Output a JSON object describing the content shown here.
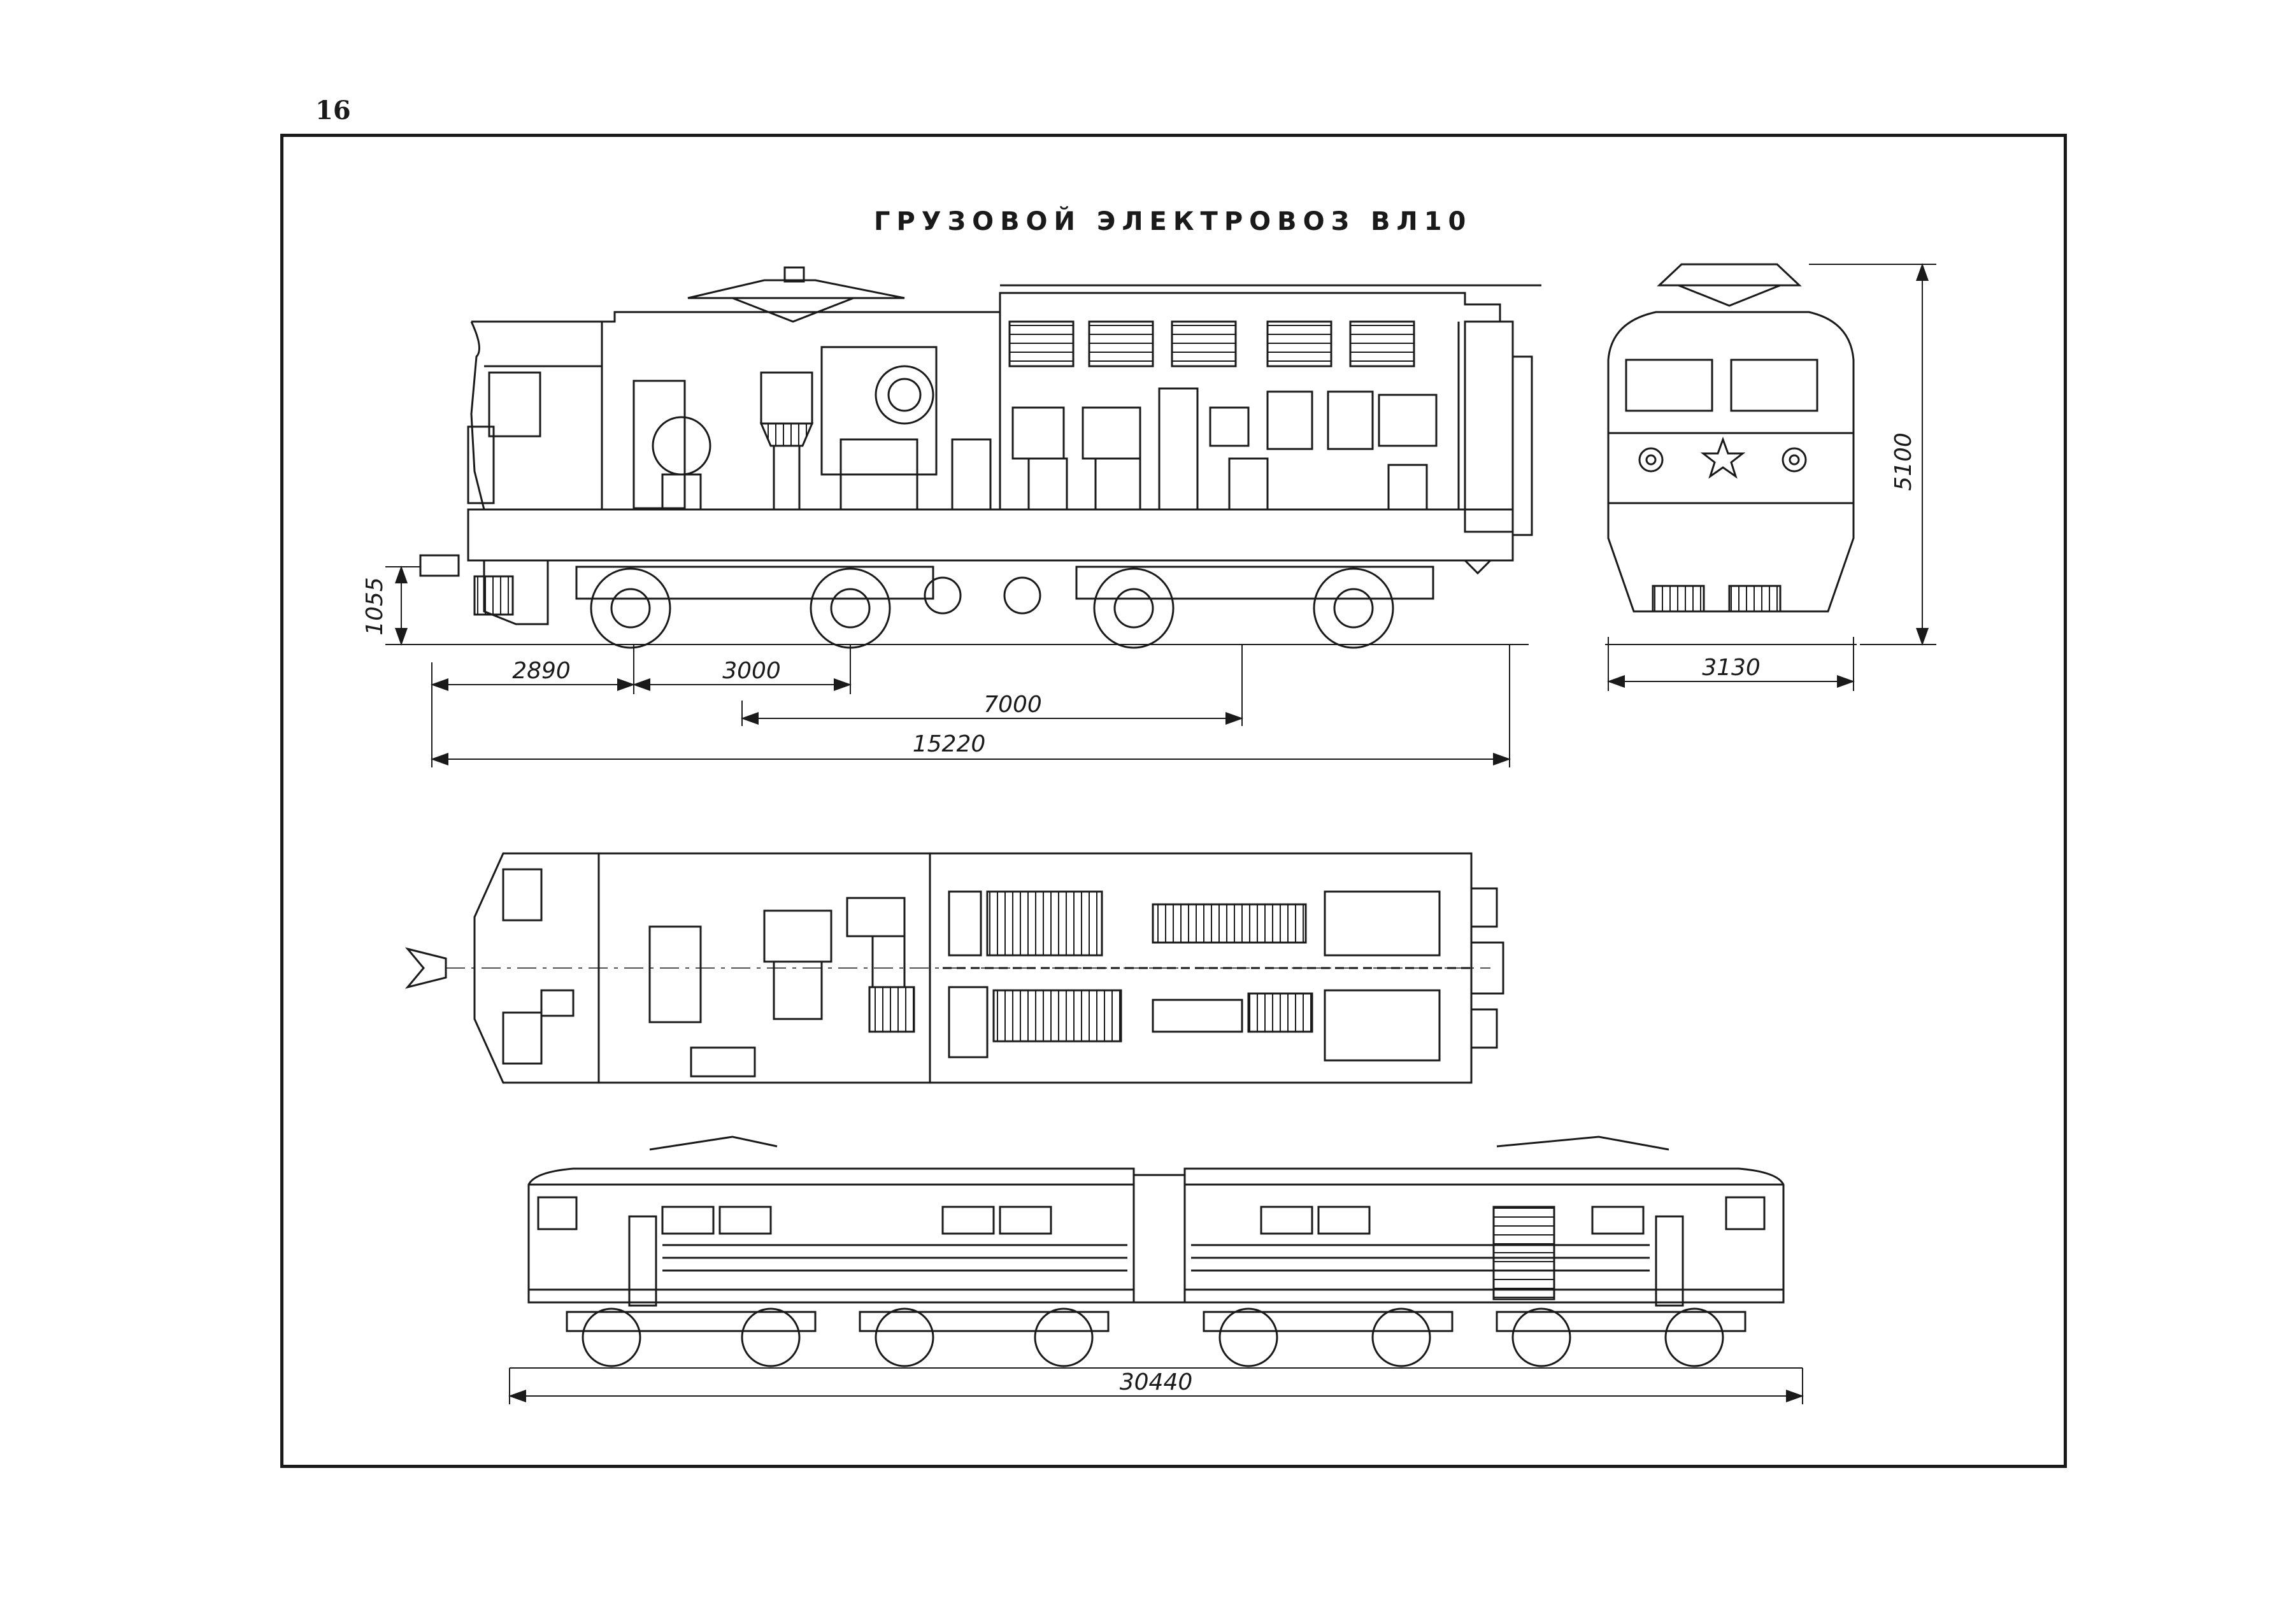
{
  "page": {
    "number": "16"
  },
  "title": "ГРУЗОВОЙ ЭЛЕКТРОВОЗ ВЛ10",
  "dimensions": {
    "side_view": {
      "buffer_height": "1055",
      "front_overhang": "2890",
      "axle_base": "3000",
      "bogie_centers": "7000",
      "section_length": "15220"
    },
    "end_view": {
      "overall_height": "5100",
      "body_width": "3130"
    },
    "coupled_view": {
      "overall_length": "30440"
    }
  },
  "colors": {
    "ink": "#1a1a1a",
    "paper": "#ffffff"
  },
  "icons": [
    "red-star-icon",
    "pantograph-icon"
  ]
}
